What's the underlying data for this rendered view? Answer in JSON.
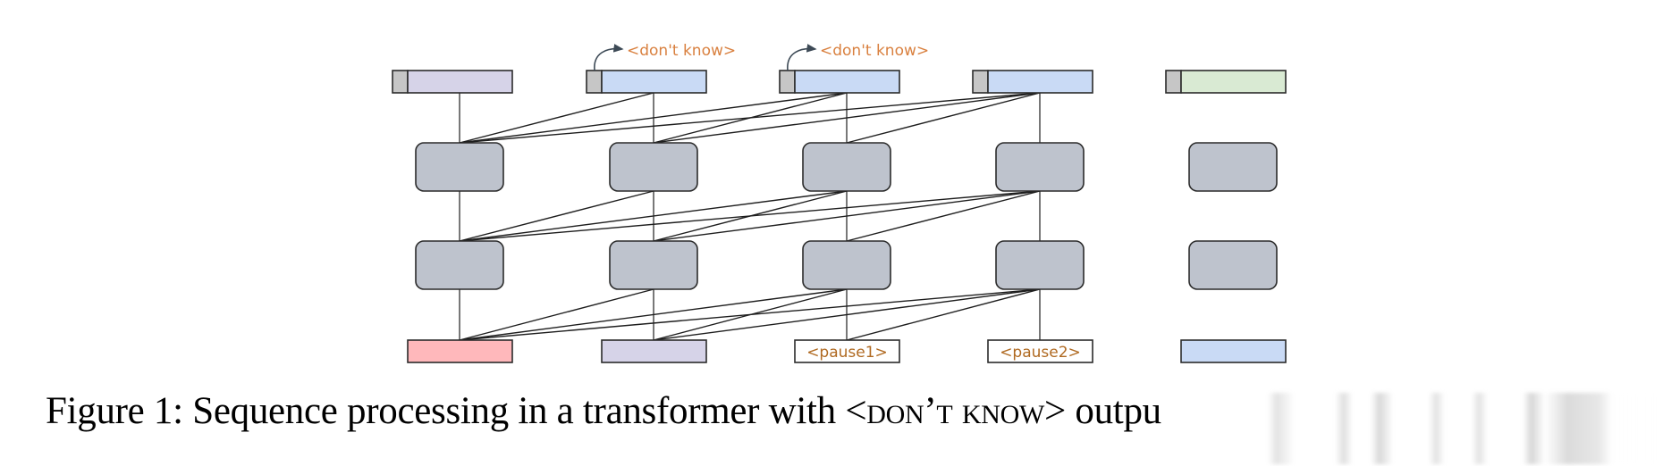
{
  "figure": {
    "columns": [
      {
        "id": "col1",
        "output_token": {
          "color": "#d6d3e8",
          "has_dont_know_flag": false
        },
        "input_token": {
          "color": "#ffb8bb",
          "label": ""
        },
        "layers": 2,
        "connected": true
      },
      {
        "id": "col2",
        "output_token": {
          "color": "#c9daf5",
          "has_dont_know_flag": true
        },
        "input_token": {
          "color": "#d6d3e8",
          "label": ""
        },
        "layers": 2,
        "connected": true
      },
      {
        "id": "col3",
        "output_token": {
          "color": "#c9daf5",
          "has_dont_know_flag": true
        },
        "input_token": {
          "color": "#ffffff",
          "label": "<pause1>"
        },
        "layers": 2,
        "connected": true
      },
      {
        "id": "col4",
        "output_token": {
          "color": "#c9daf5",
          "has_dont_know_flag": false
        },
        "input_token": {
          "color": "#ffffff",
          "label": "<pause2>"
        },
        "layers": 2,
        "connected": true
      },
      {
        "id": "col5",
        "output_token": {
          "color": "#d9ead3",
          "has_dont_know_flag": false
        },
        "input_token": {
          "color": "#c9daf5",
          "label": ""
        },
        "layers": 2,
        "connected": false
      }
    ],
    "dont_know_label": "<don't know>",
    "colors": {
      "flag_gray": "#c6c6c6",
      "block_fill": "#bec3cd",
      "stroke": "#2b2b2b",
      "edge": "#1e1e1e",
      "label_orange": "#d9803f",
      "pause_text": "#b06a22",
      "arrow": "#3d4a56"
    }
  },
  "caption": {
    "prefix": "Figure 1: Sequence processing in a transformer with ",
    "token": "<don’t know>",
    "suffix": " outpu"
  }
}
